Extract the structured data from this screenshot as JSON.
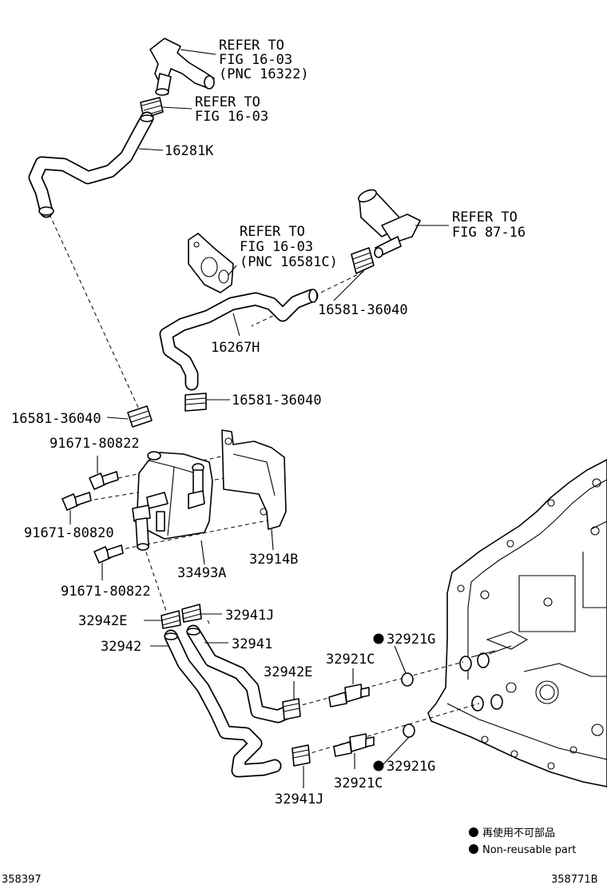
{
  "callouts": {
    "refer_pnc16322": [
      "REFER TO",
      "FIG 16-03",
      "(PNC 16322)"
    ],
    "refer_fig1603": [
      "REFER TO",
      "FIG 16-03"
    ],
    "refer_pnc16581c": [
      "REFER TO",
      "FIG 16-03",
      "(PNC 16581C)"
    ],
    "refer_fig8716": [
      "REFER TO",
      "FIG 87-16"
    ]
  },
  "parts": {
    "p16281k": "16281K",
    "p16267h": "16267H",
    "p16581_top": "16581-36040",
    "p16581_mid": "16581-36040",
    "p16581_left": "16581-36040",
    "p91671_80822_top": "91671-80822",
    "p91671_80820": "91671-80820",
    "p91671_80822_bot": "91671-80822",
    "p33493a": "33493A",
    "p32914b": "32914B",
    "p32942e_l": "32942E",
    "p32941j_t": "32941J",
    "p32942": "32942",
    "p32941": "32941",
    "p32921g_t": "32921G",
    "p32921c_t": "32921C",
    "p32942e_r": "32942E",
    "p32921g_b": "32921G",
    "p32921c_b": "32921C",
    "p32941j_b": "32941J"
  },
  "legend": {
    "jp": "再使用不可部品",
    "en": "Non-reusable part"
  },
  "footer": {
    "left_id": "358397",
    "right_id": "358771B"
  }
}
